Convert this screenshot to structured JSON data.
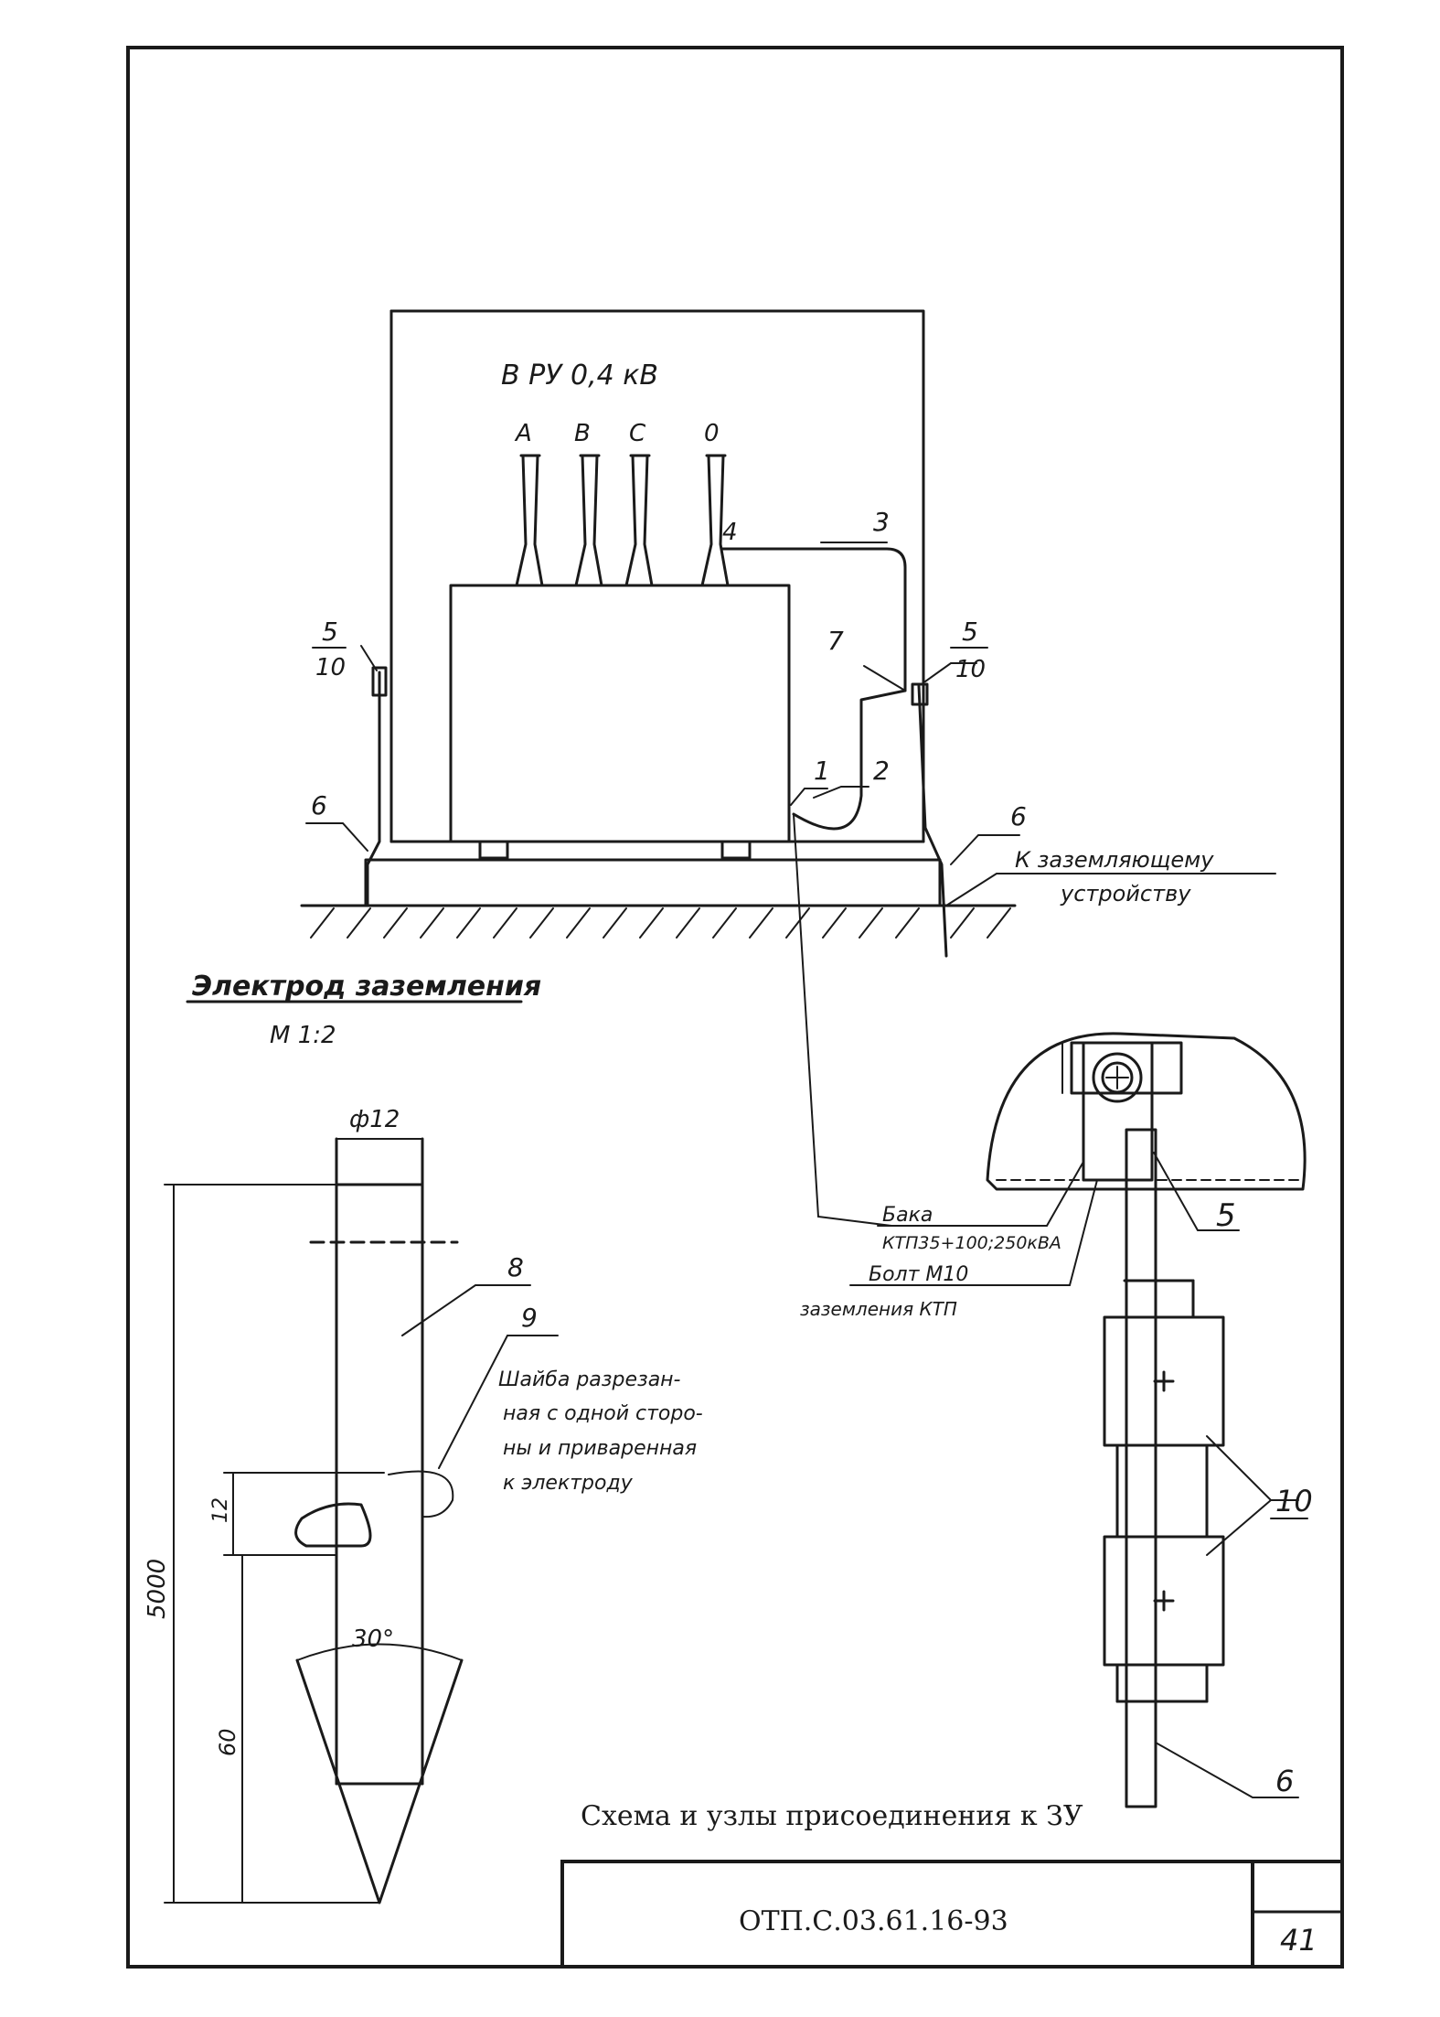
{
  "page": {
    "sheet_number": "41"
  },
  "substation": {
    "header": "В РУ 0,4 кВ",
    "phases": [
      "A",
      "B",
      "C",
      "0"
    ]
  },
  "callouts": {
    "c1": "1",
    "c2": "2",
    "c3": "3",
    "c4": "4",
    "c5": "5",
    "c10": "10",
    "c6": "6",
    "c7": "7",
    "c8": "8",
    "c9": "9"
  },
  "ground_note": [
    "К заземляющему",
    "устройству"
  ],
  "electrode": {
    "title": "Электрод заземления",
    "scale": "М 1:2",
    "diameter": "ф12",
    "length": "5000",
    "dim_12": "12",
    "dim_60": "60",
    "angle": "30°",
    "washer_note": [
      "Шайба разрезан-",
      "ная с одной сторо-",
      "ны и приваренная",
      "к электроду"
    ]
  },
  "detail": {
    "tank_label": "Бака",
    "tank_spec": "КТП35+100;250кВА",
    "bolt_label": "Болт М10",
    "bolt_note": "заземления КТП"
  },
  "title_block": {
    "caption": "Схема и узлы присоединения к ЗУ",
    "doc_code": "ОТП.С.03.61.16-93"
  }
}
